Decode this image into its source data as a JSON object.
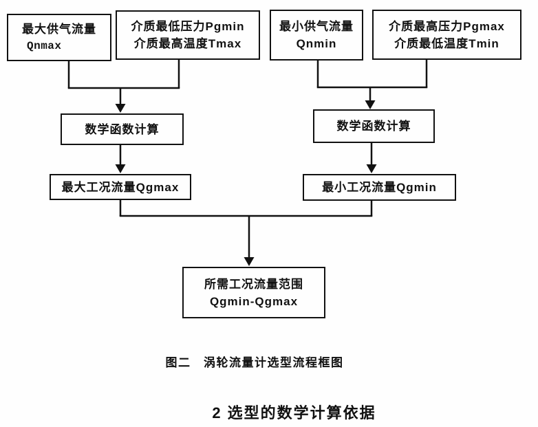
{
  "diagram": {
    "nodes": {
      "qnmax": {
        "line1": "最大供气流量",
        "line2": "Qnmax"
      },
      "pgmin_tmax": {
        "line1": "介质最低压力Pgmin",
        "line2": "介质最高温度Tmax"
      },
      "qnmin": {
        "line1": "最小供气流量",
        "line2": "Qnmin"
      },
      "pgmax_tmin": {
        "line1": "介质最高压力Pgmax",
        "line2": "介质最低温度Tmin"
      },
      "calc_left": {
        "label": "数学函数计算"
      },
      "calc_right": {
        "label": "数学函数计算"
      },
      "qgmax": {
        "label": "最大工况流量Qgmax"
      },
      "qgmin": {
        "label": "最小工况流量Qgmin"
      },
      "result": {
        "line1": "所需工况流量范围",
        "line2": "Qgmin-Qgmax"
      }
    },
    "caption": "图二　涡轮流量计选型流程框图"
  },
  "section_heading": "2 选型的数学计算依据",
  "colors": {
    "background": "#fefefe",
    "ink": "#111111"
  }
}
